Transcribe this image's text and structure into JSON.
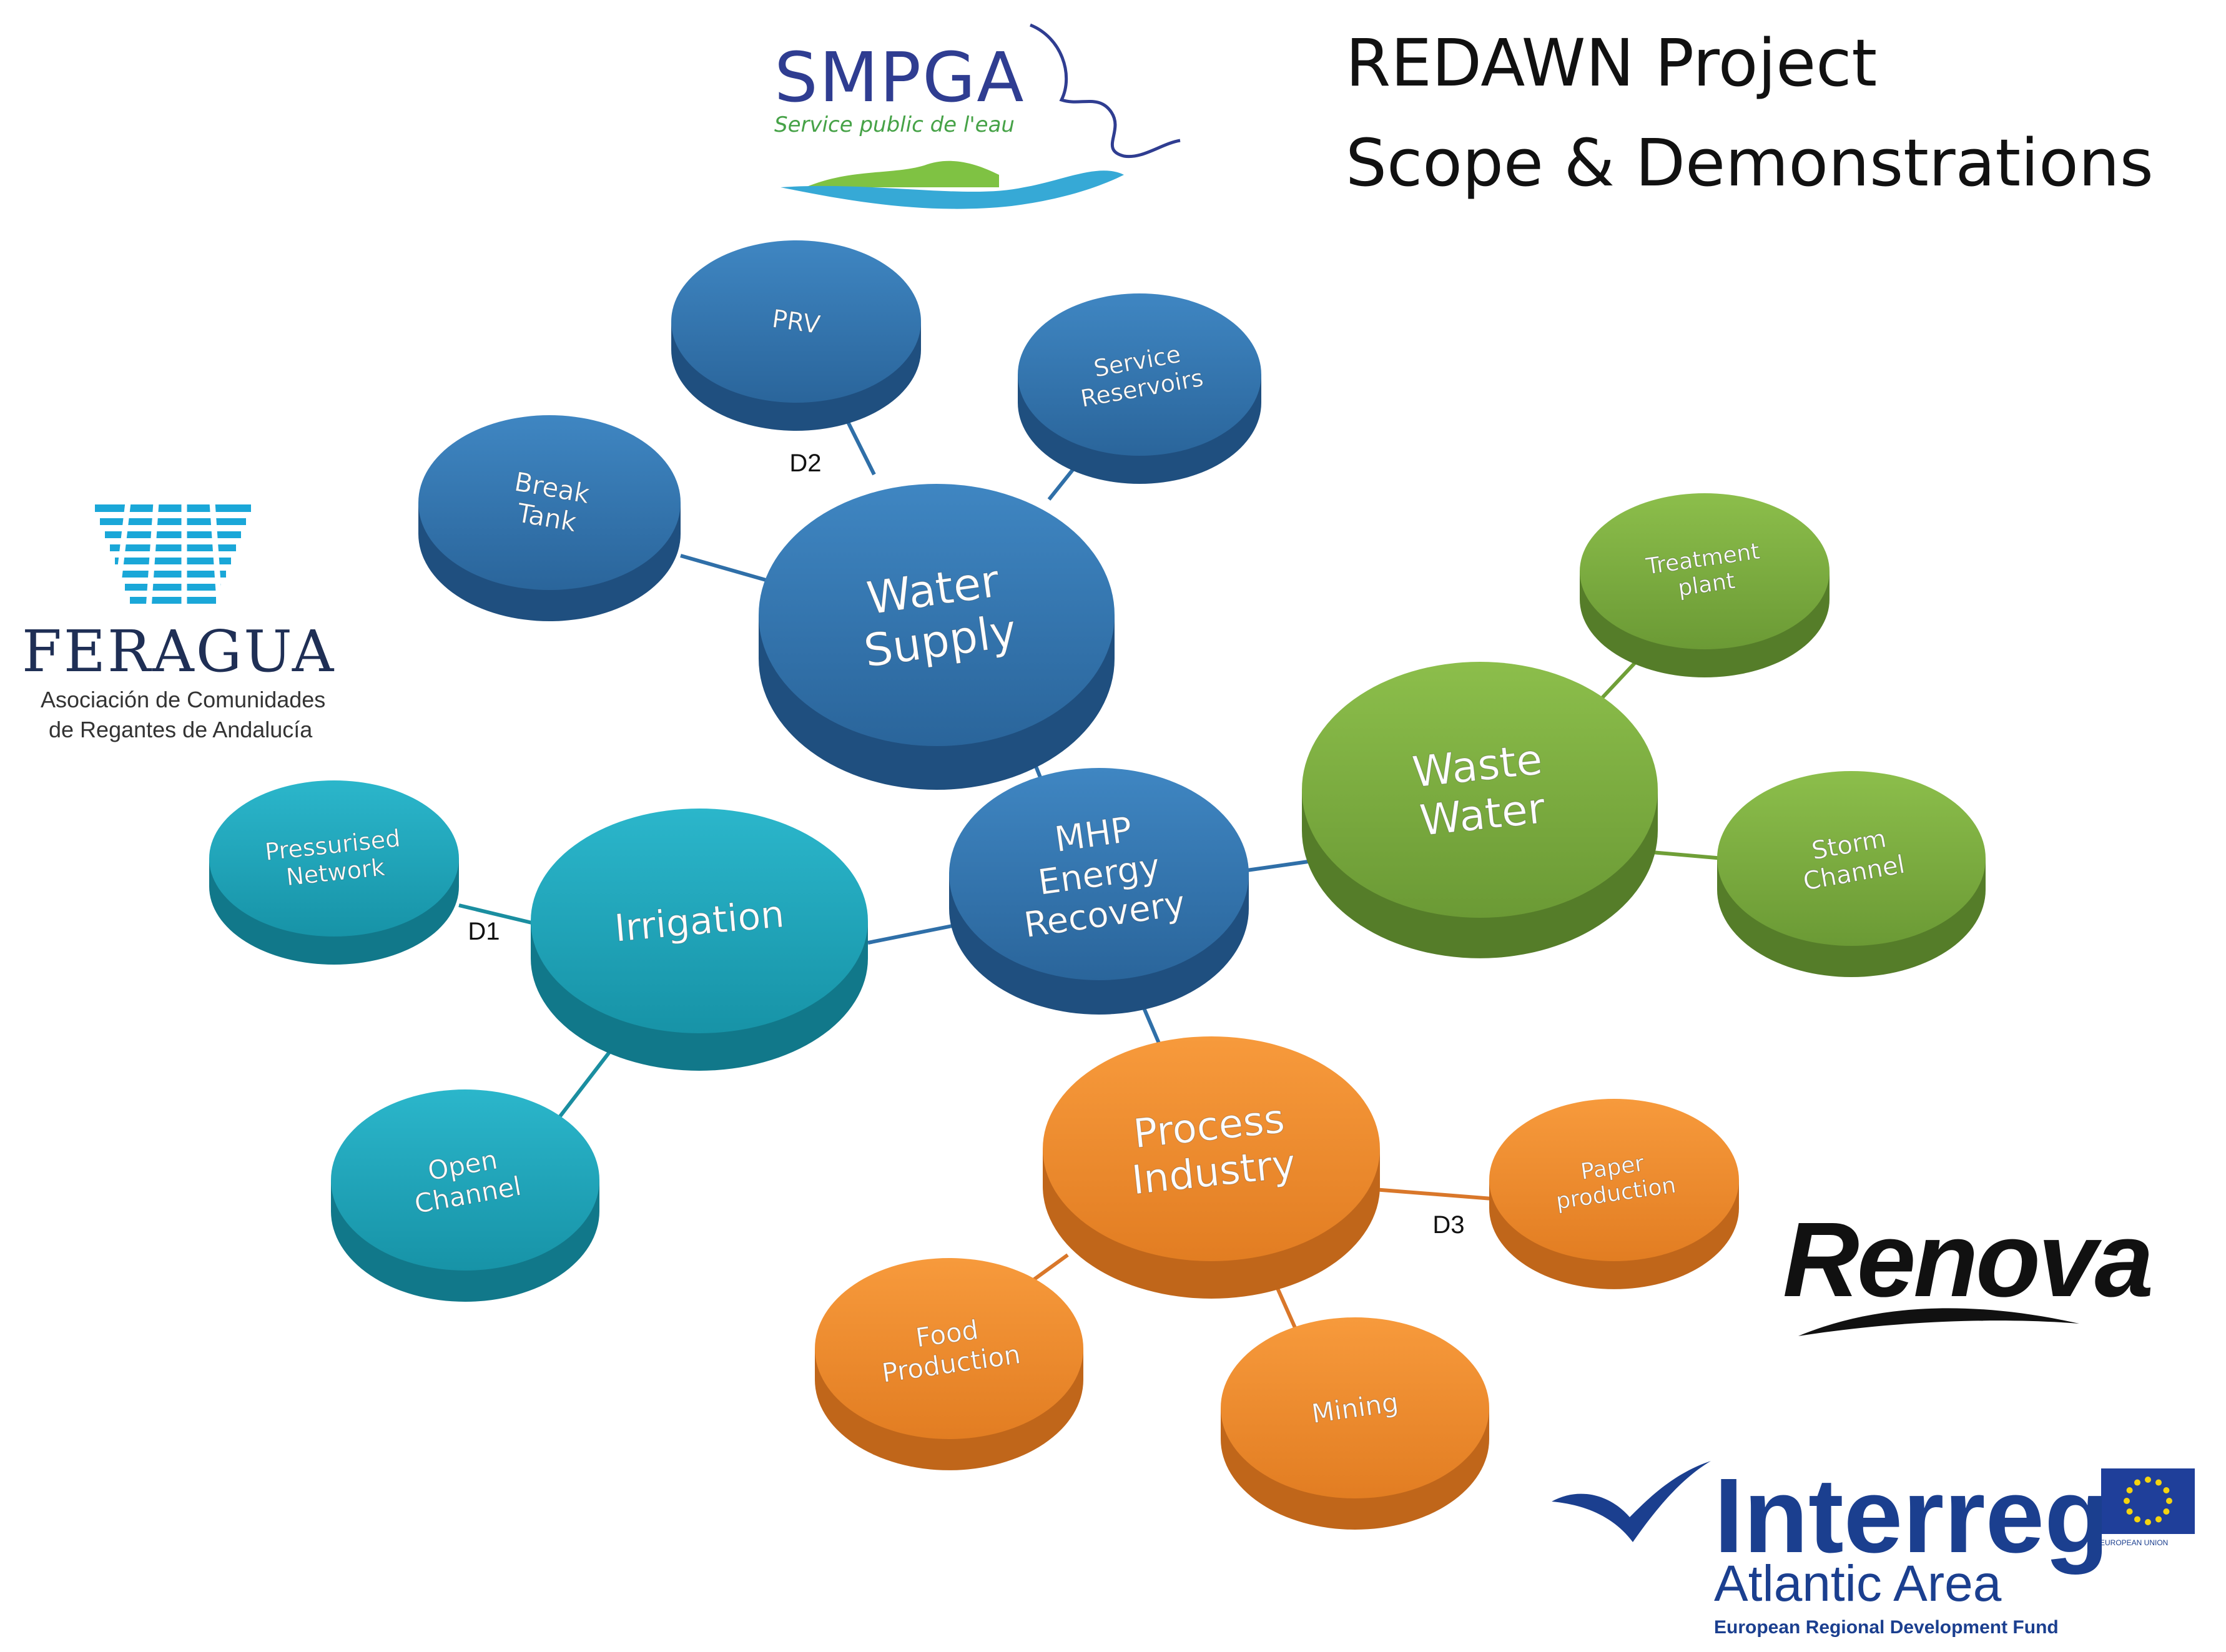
{
  "title": {
    "line1": "REDAWN Project",
    "line2": "Scope & Demonstrations"
  },
  "colors": {
    "water_supply": "#2f6fa8",
    "irrigation": "#1fa3b8",
    "waste_water": "#7aab3e",
    "process_industry": "#ef8a2a",
    "mhp": "#2f6fa8",
    "connector_blue": "#2f6fa8",
    "connector_teal": "#1a8ea0",
    "connector_green": "#6f9f37",
    "connector_orange": "#d9772a"
  },
  "nodes": {
    "mhp": [
      "MHP",
      "Energy",
      "Recovery"
    ],
    "water_supply": [
      "Water",
      "Supply"
    ],
    "prv": [
      "PRV"
    ],
    "service_reservoirs": [
      "Service",
      "Reservoirs"
    ],
    "break_tank": [
      "Break",
      "Tank"
    ],
    "irrigation": [
      "Irrigation"
    ],
    "pressurised_network": [
      "Pressurised",
      "Network"
    ],
    "open_channel": [
      "Open",
      "Channel"
    ],
    "waste_water": [
      "Waste",
      "Water"
    ],
    "treatment_plant": [
      "Treatment",
      "plant"
    ],
    "storm_channel": [
      "Storm",
      "Channel"
    ],
    "process_industry": [
      "Process",
      "Industry"
    ],
    "paper_production": [
      "Paper",
      "production"
    ],
    "food_production": [
      "Food",
      "Production"
    ],
    "mining": [
      "Mining"
    ]
  },
  "demo_labels": {
    "d1": "D1",
    "d2": "D2",
    "d3": "D3"
  },
  "logos": {
    "smpga": {
      "name": "SMPGA",
      "subtitle": "Service public de l'eau"
    },
    "feragua": {
      "name": "FERAGUA",
      "subtitle_line1": "Asociación de Comunidades",
      "subtitle_line2": "de Regantes de Andalucía"
    },
    "renova": {
      "name": "Renova"
    },
    "interreg": {
      "name": "Interreg",
      "area": "Atlantic Area",
      "fund": "European Regional Development Fund",
      "eu_label": "EUROPEAN UNION"
    }
  }
}
